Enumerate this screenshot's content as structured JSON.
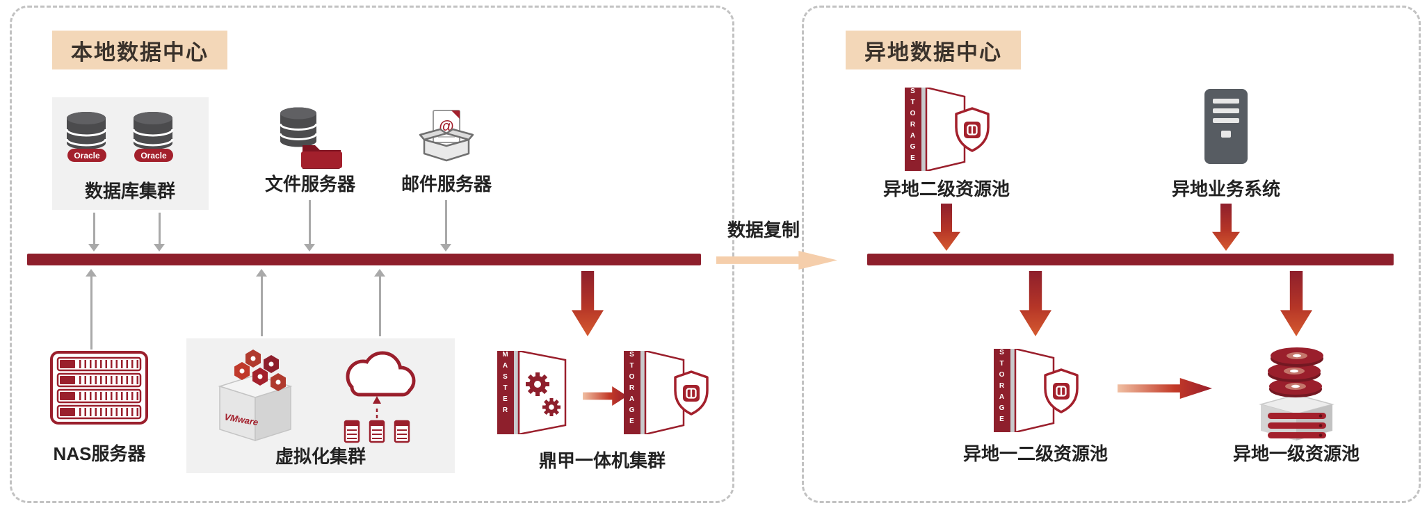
{
  "colors": {
    "dark_red": "#8E1F2C",
    "accent_red": "#A3202C",
    "peach_badge": "#F3D7B8",
    "peach_arrow": "#F5CEAB",
    "panel_border_gray": "#C2C2C2",
    "arrow_gray": "#A9A9A9",
    "box_gray": "#F1F1F1"
  },
  "left_panel": {
    "title": "本地数据中心",
    "database_cluster": {
      "label": "数据库集群",
      "badge": "Oracle"
    },
    "file_server": {
      "label": "文件服务器"
    },
    "mail_server": {
      "label": "邮件服务器",
      "at_symbol": "@"
    },
    "nas": {
      "label": "NAS服务器"
    },
    "virtualization": {
      "label": "虚拟化集群",
      "vmware_text": "VMware"
    },
    "appliance_cluster": {
      "label": "鼎甲一体机集群",
      "master_spine": "MASTER",
      "storage_spine": "STORAGE"
    }
  },
  "replication": {
    "label": "数据复制"
  },
  "right_panel": {
    "title": "异地数据中心",
    "secondary_pool": {
      "label": "异地二级资源池",
      "spine": "STORAGE"
    },
    "business_system": {
      "label": "异地业务系统"
    },
    "primary_secondary_pool": {
      "label": "异地一二级资源池",
      "spine": "STORAGE"
    },
    "primary_pool": {
      "label": "异地一级资源池"
    }
  },
  "icons": [
    "database-cylinder-icon",
    "oracle-badge",
    "folder-icon",
    "mail-page-icon",
    "open-box-icon",
    "nas-rack-icon",
    "vmware-cube-icon",
    "hexagon-cluster-icon",
    "cloud-icon",
    "mini-server-icon",
    "gear-icon",
    "shield-icon",
    "appliance-master-icon",
    "appliance-storage-icon",
    "server-tower-icon",
    "disk-stack-icon"
  ]
}
